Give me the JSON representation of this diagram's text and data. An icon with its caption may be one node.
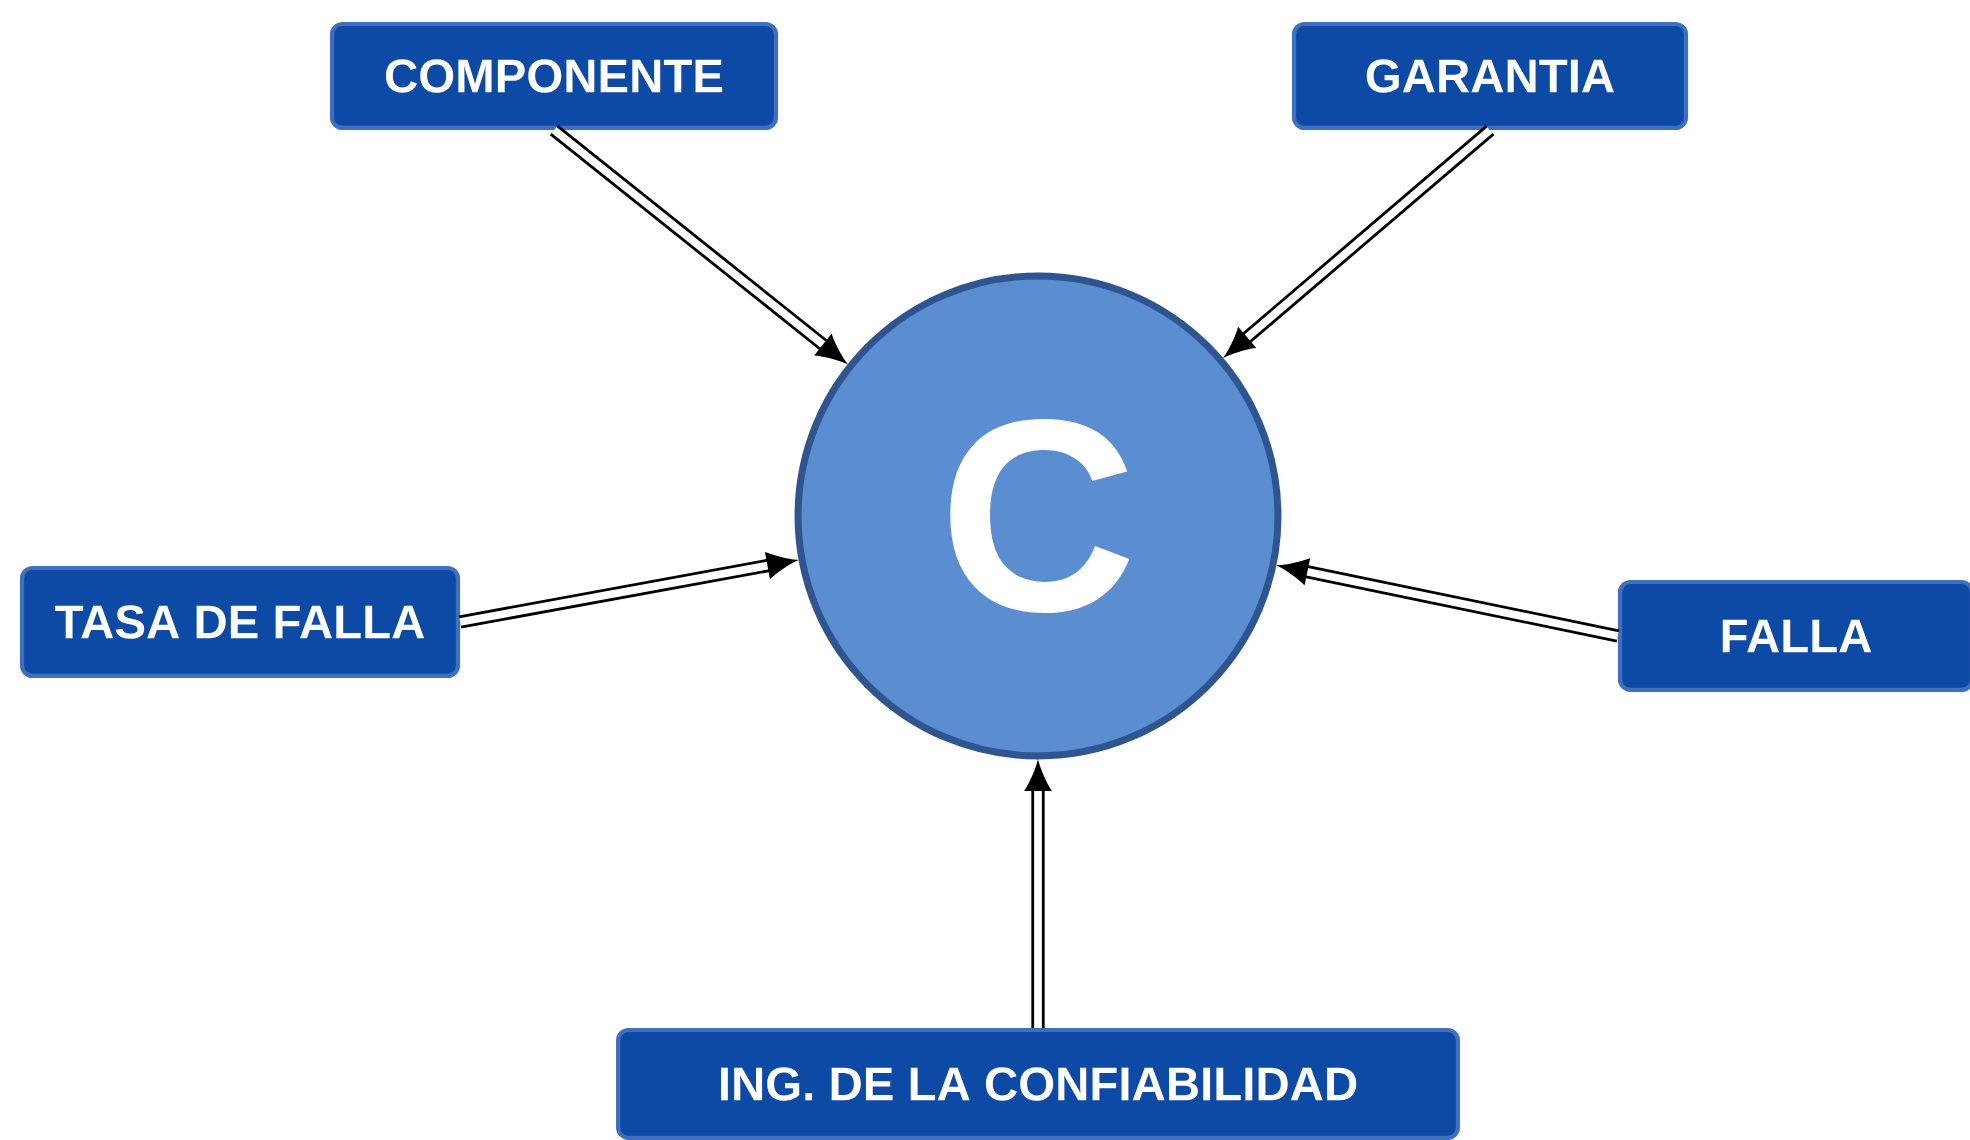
{
  "diagram": {
    "nodes": [
      {
        "text": [
          "COMPONENTE"
        ]
      },
      {
        "text": [
          "GARANTIA"
        ]
      },
      {
        "text": [
          "C"
        ]
      },
      {
        "text": [
          "TASA DE FALLA"
        ]
      },
      {
        "text": [
          "FALLA"
        ]
      },
      {
        "text": [
          "ING. DE LA CONFIABILIDAD"
        ]
      }
    ],
    "edges": [
      {
        "from": 0,
        "to": 2,
        "arrow": "to"
      },
      {
        "from": 1,
        "to": 2,
        "arrow": "to"
      },
      {
        "from": 3,
        "to": 2,
        "arrow": "to"
      },
      {
        "from": 4,
        "to": 2,
        "arrow": "to"
      },
      {
        "from": 5,
        "to": 2,
        "arrow": "to"
      }
    ]
  }
}
